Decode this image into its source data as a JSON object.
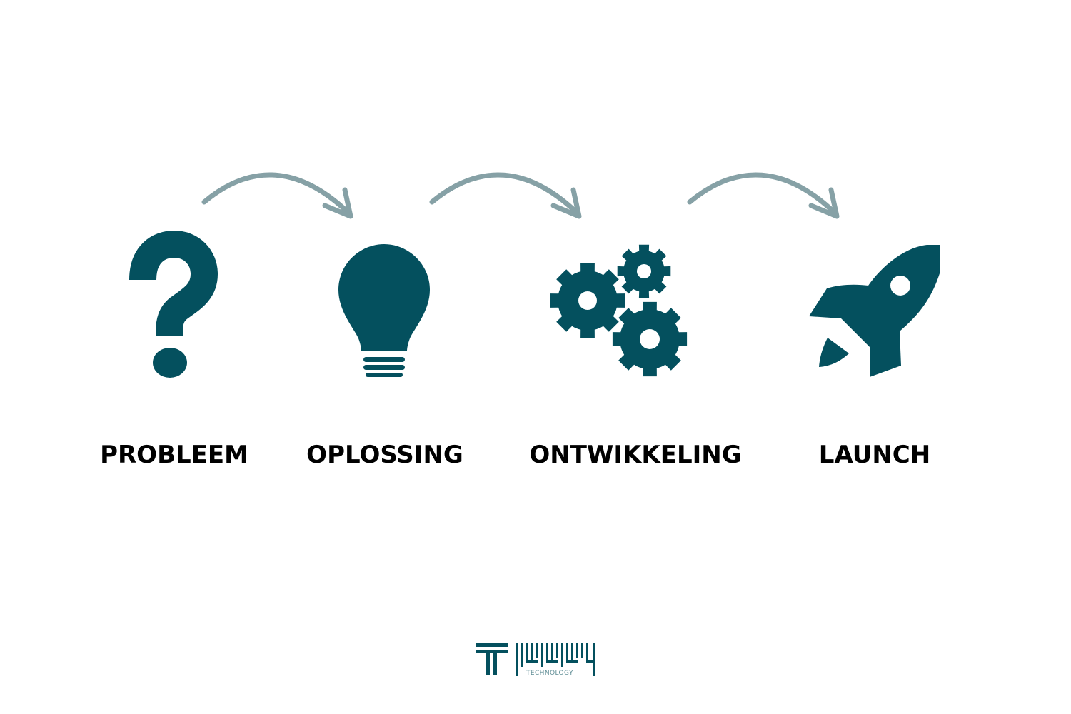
{
  "colors": {
    "icon": "#04505e",
    "arrow": "#86a1a6",
    "label": "#000000",
    "logo": "#04505e"
  },
  "steps": [
    {
      "label": "PROBLEEM",
      "icon": "question-mark-icon"
    },
    {
      "label": "OPLOSSING",
      "icon": "lightbulb-icon"
    },
    {
      "label": "ONTWIKKELING",
      "icon": "gears-icon"
    },
    {
      "label": "LAUNCH",
      "icon": "rocket-icon"
    }
  ],
  "connectors": [
    "curved-arrow-icon",
    "curved-arrow-icon",
    "curved-arrow-icon"
  ],
  "logo": {
    "subtitle": "TECHNOLOGY"
  }
}
